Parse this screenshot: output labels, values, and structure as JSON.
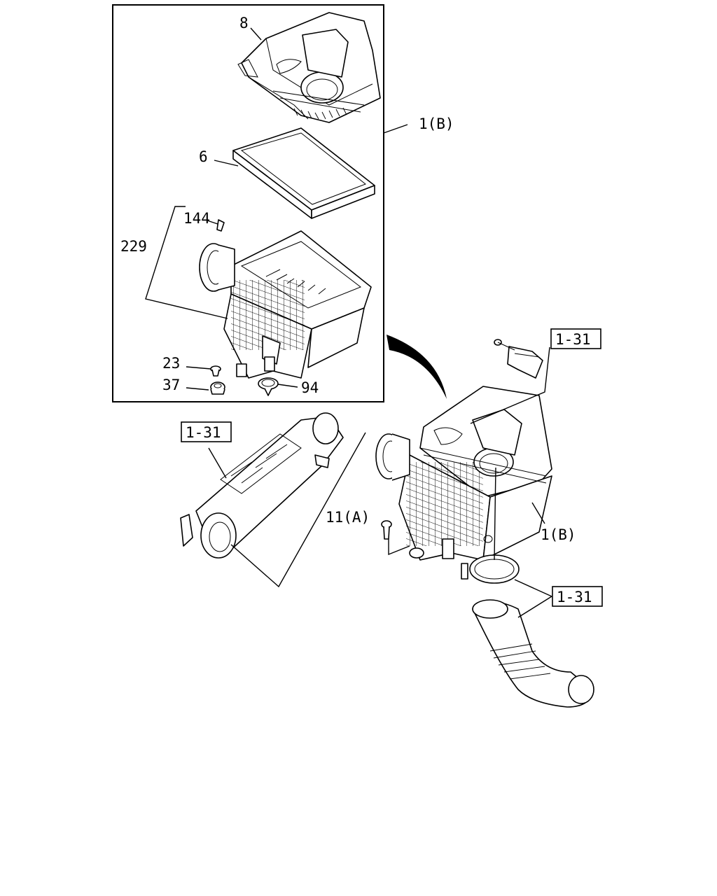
{
  "callouts": {
    "c8": "8",
    "c6": "6",
    "c144": "144",
    "c229": "229",
    "c23": "23",
    "c37": "37",
    "c94": "94",
    "c1b_top": "1(B)",
    "c1b_bottom": "1(B)",
    "c11a": "11(A)"
  },
  "references": {
    "ref_sensor": "1-31",
    "ref_duct": "1-31",
    "ref_hose": "1-31"
  },
  "icons": {
    "arrow": "curved-arrow-icon"
  }
}
